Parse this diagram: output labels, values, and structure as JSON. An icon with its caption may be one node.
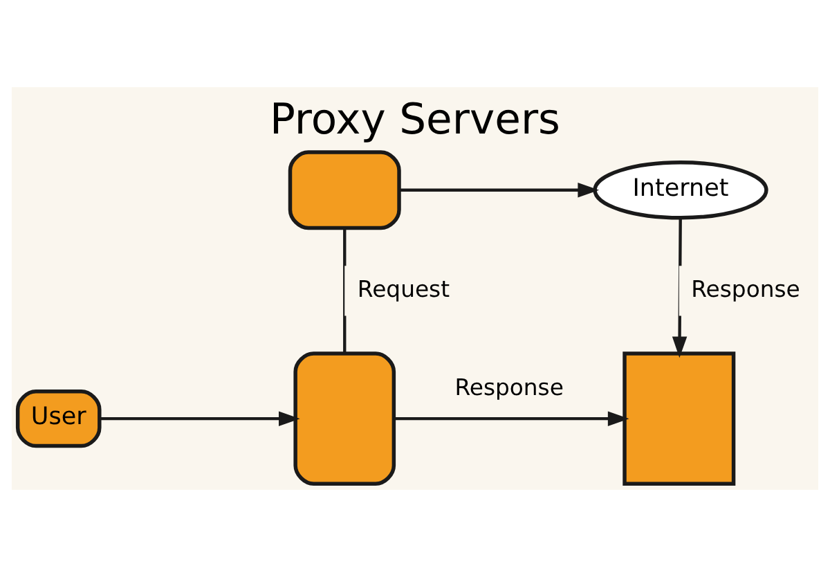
{
  "diagram": {
    "title": "Proxy Servers",
    "nodes": [
      {
        "text": [],
        "shape": "box"
      },
      {
        "text": [
          "Internet"
        ]
      },
      {
        "text": [
          "User"
        ]
      },
      {
        "text": [],
        "shape": "box"
      },
      {
        "text": [],
        "shape": "box"
      }
    ],
    "edges": [
      {
        "from": 0,
        "to": 1,
        "arrow": "to"
      },
      {
        "from": 0,
        "to": 3,
        "arrow": "none",
        "label": "Request"
      },
      {
        "from": 1,
        "to": 4,
        "arrow": "to",
        "label": "Response"
      },
      {
        "from": 2,
        "to": 3,
        "arrow": "to"
      },
      {
        "from": 3,
        "to": 4,
        "arrow": "to",
        "label": "Response"
      }
    ]
  }
}
